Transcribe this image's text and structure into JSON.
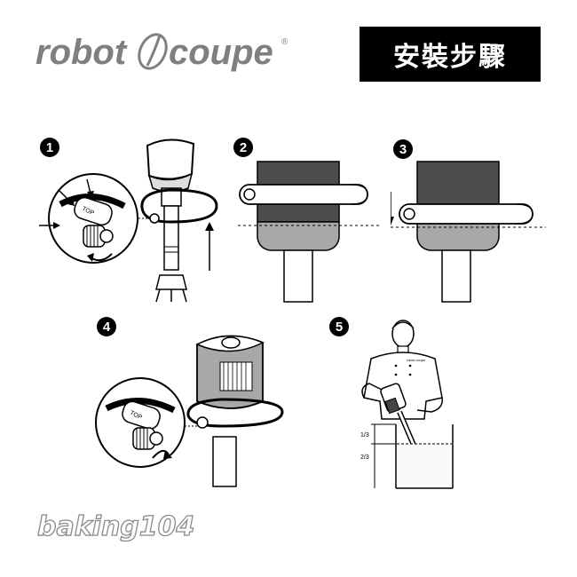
{
  "brand": {
    "name_left": "robot",
    "name_right": "coupe",
    "registered": "®"
  },
  "title": "安裝步驟",
  "steps": [
    {
      "number": "1",
      "label_top": "TOP"
    },
    {
      "number": "2"
    },
    {
      "number": "3"
    },
    {
      "number": "4",
      "label_top": "TOP"
    },
    {
      "number": "5",
      "fill_upper": "1/3",
      "fill_lower": "2/3",
      "apron_logo": "robot coupe"
    }
  ],
  "watermark": "baking104"
}
